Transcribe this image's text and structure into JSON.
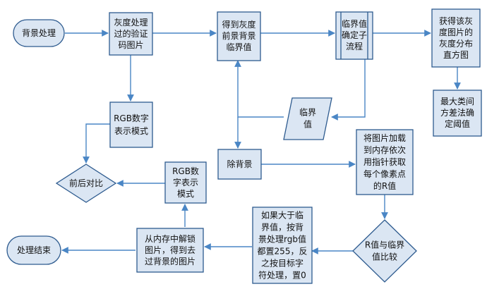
{
  "nodes": {
    "start": "背景处理",
    "gray_captcha": [
      "灰度处理",
      "过的验证",
      "码图片"
    ],
    "get_threshold": [
      "得到灰度",
      "前景背景",
      "临界值"
    ],
    "threshold_sub": [
      "临界值",
      "确定子",
      "流程"
    ],
    "histogram": [
      "获得该灰",
      "度图片的",
      "灰度分布",
      "直方图"
    ],
    "otsu": [
      "最大类间",
      "方差法确",
      "定阈值"
    ],
    "threshold_io": [
      "临界",
      "值"
    ],
    "rgb_repr": [
      "RGB数字",
      "表示模式"
    ],
    "remove_bg": "除背景",
    "load_image": [
      "将图片加载",
      "到内存依次",
      "用指针获取",
      "每个像素点",
      "的R值"
    ],
    "compare_before_after": "前后对比",
    "rgb_repr2": [
      "RGB数",
      "字表示",
      "模式"
    ],
    "r_compare": [
      "R值与临界",
      "值比较"
    ],
    "rule": [
      "如果大于临",
      "界值，按背",
      "景处理rgb值",
      "都置255，反",
      "之按目标字",
      "符处理，置0"
    ],
    "unlock": [
      "从内存中解锁",
      "图片，得到去",
      "过背景的图片"
    ],
    "end": "处理结束"
  },
  "colors": {
    "fill": "#dbe6f3",
    "stroke": "#2e5b8f",
    "edge": "#4a86c5"
  }
}
